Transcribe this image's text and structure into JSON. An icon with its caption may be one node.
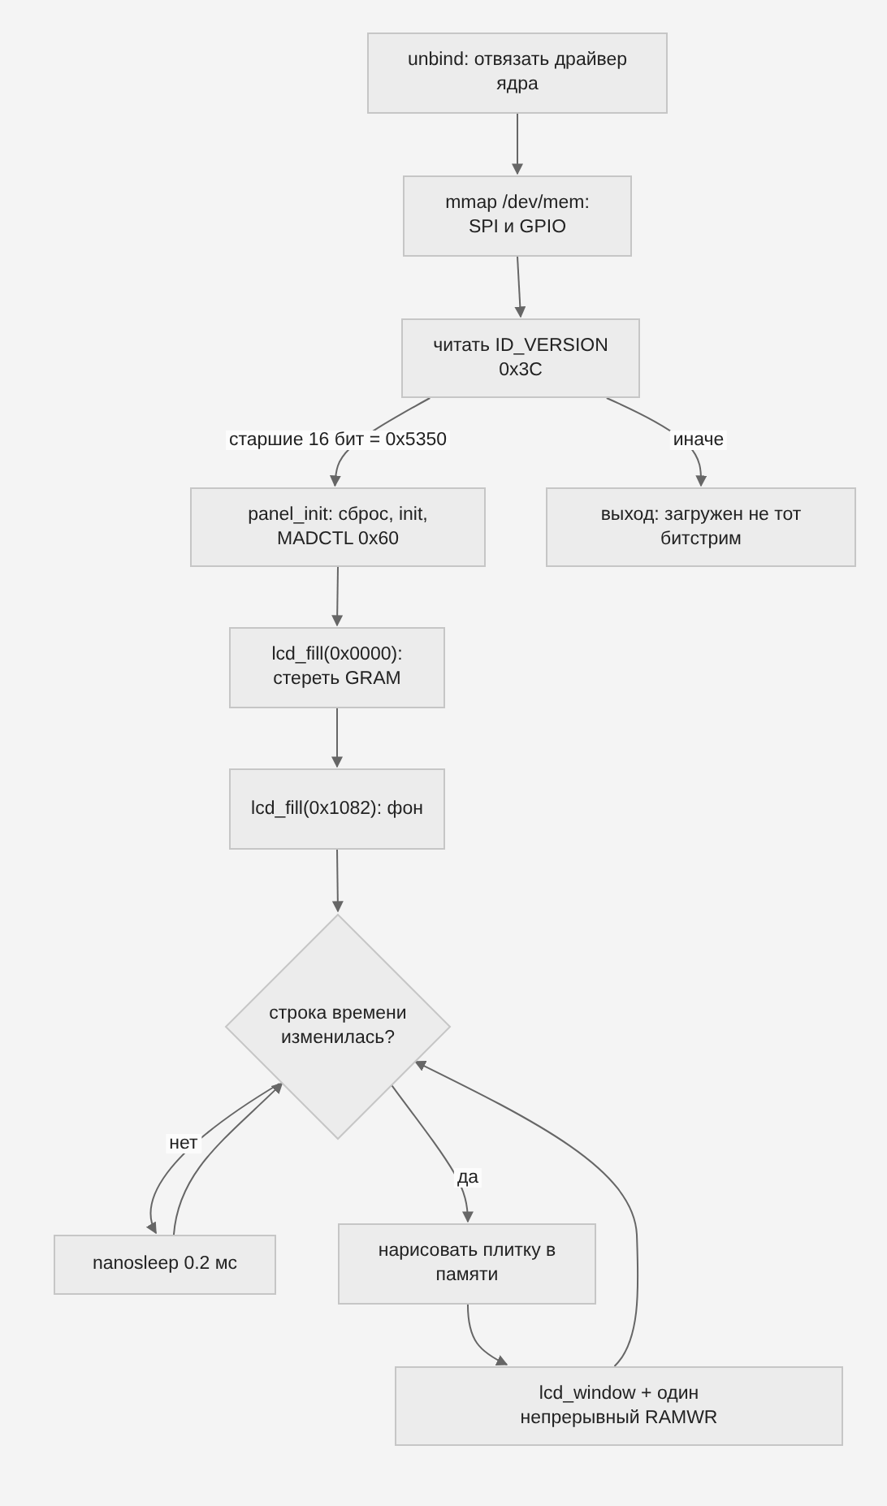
{
  "diagram": {
    "nodes": [
      {
        "text": [
          "unbind: отвязать драйвер ядра"
        ]
      },
      {
        "text": [
          "mmap /dev/mem: SPI и GPIO"
        ]
      },
      {
        "text": [
          "читать ID_VERSION 0x3C"
        ]
      },
      {
        "text": [
          "panel_init: сброс, init, MADCTL 0x60"
        ]
      },
      {
        "text": [
          "выход: загружен не тот битстрим"
        ]
      },
      {
        "text": [
          "lcd_fill(0x0000): стереть GRAM"
        ]
      },
      {
        "text": [
          "lcd_fill(0x1082): фон"
        ]
      },
      {
        "text": [
          "строка времени изменилась?"
        ]
      },
      {
        "text": [
          "nanosleep 0.2 мс"
        ]
      },
      {
        "text": [
          "нарисовать плитку в памяти"
        ]
      },
      {
        "text": [
          "lcd_window + один непрерывный RAMWR"
        ]
      }
    ],
    "edges": [
      {
        "from": 0,
        "to": 1,
        "arrow": "to"
      },
      {
        "from": 1,
        "to": 2,
        "arrow": "to"
      },
      {
        "from": 2,
        "to": 3,
        "arrow": "to",
        "label": "старшие 16 бит = 0x5350"
      },
      {
        "from": 2,
        "to": 4,
        "arrow": "to",
        "label": "иначе"
      },
      {
        "from": 3,
        "to": 5,
        "arrow": "to"
      },
      {
        "from": 5,
        "to": 6,
        "arrow": "to"
      },
      {
        "from": 6,
        "to": 7,
        "arrow": "to"
      },
      {
        "from": 7,
        "to": 8,
        "arrow": "to",
        "label": "нет"
      },
      {
        "from": 8,
        "to": 7,
        "arrow": "to"
      },
      {
        "from": 7,
        "to": 9,
        "arrow": "to",
        "label": "да"
      },
      {
        "from": 9,
        "to": 10,
        "arrow": "to"
      },
      {
        "from": 10,
        "to": 7,
        "arrow": "to"
      }
    ]
  }
}
